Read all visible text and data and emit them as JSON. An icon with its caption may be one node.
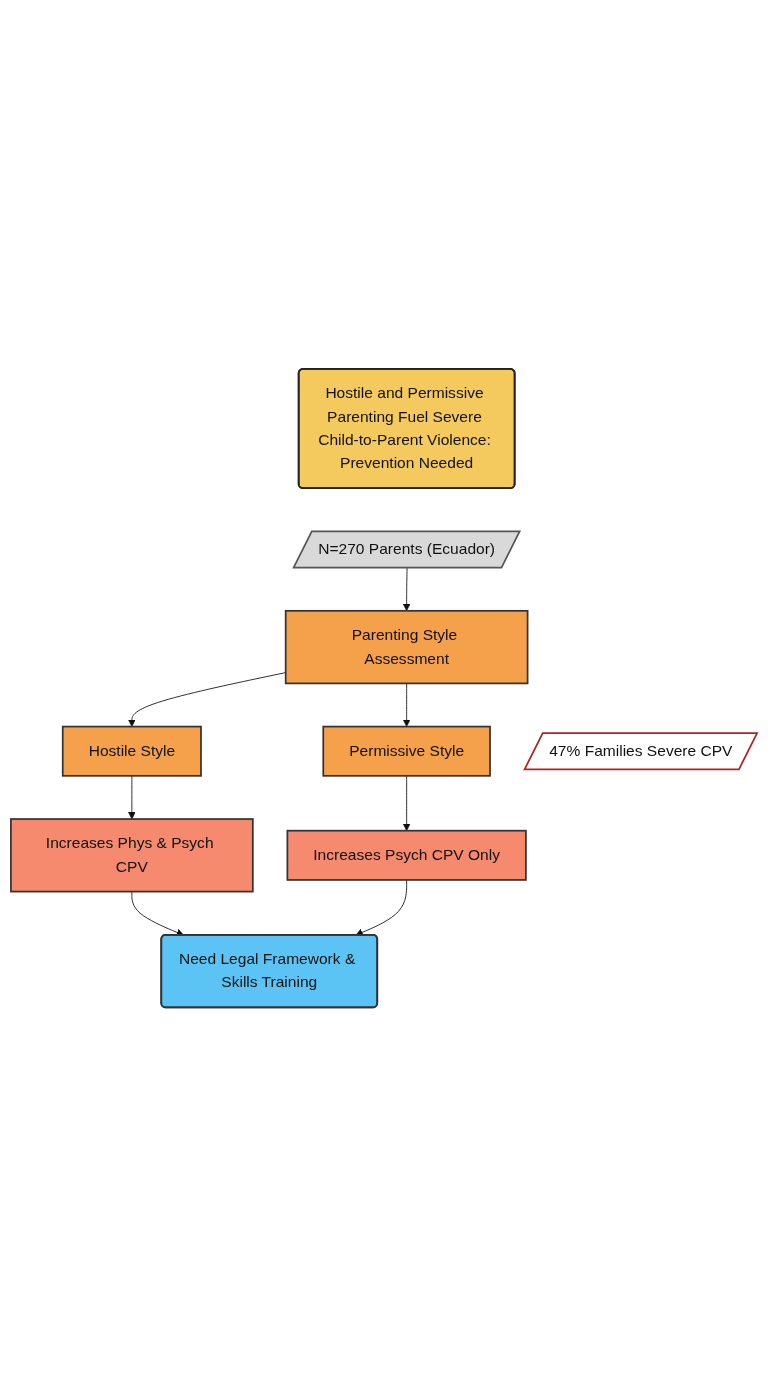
{
  "diagram": {
    "nodes": [
      {
        "text": [
          "Hostile and Permissive Parenting Fuel Severe Child-to-Parent Violence: Prevention Needed"
        ]
      },
      {
        "text": [
          "N=270 Parents (Ecuador)"
        ]
      },
      {
        "text": [
          "Parenting Style Assessment"
        ]
      },
      {
        "text": [
          "Hostile Style"
        ]
      },
      {
        "text": [
          "Permissive Style"
        ]
      },
      {
        "text": [
          "Increases Phys & Psych CPV"
        ]
      },
      {
        "text": [
          "47% Families Severe CPV"
        ]
      },
      {
        "text": [
          "Increases Psych CPV Only"
        ]
      },
      {
        "text": [
          "Need Legal Framework & Skills Training"
        ]
      }
    ],
    "edges": [
      {
        "from": 1,
        "to": 2,
        "arrow": "to"
      },
      {
        "from": 2,
        "to": 3,
        "arrow": "to"
      },
      {
        "from": 2,
        "to": 4,
        "arrow": "to"
      },
      {
        "from": 3,
        "to": 5,
        "arrow": "to"
      },
      {
        "from": 4,
        "to": 7,
        "arrow": "to"
      },
      {
        "from": 5,
        "to": 8,
        "arrow": "to"
      },
      {
        "from": 7,
        "to": 8,
        "arrow": "to"
      }
    ]
  }
}
